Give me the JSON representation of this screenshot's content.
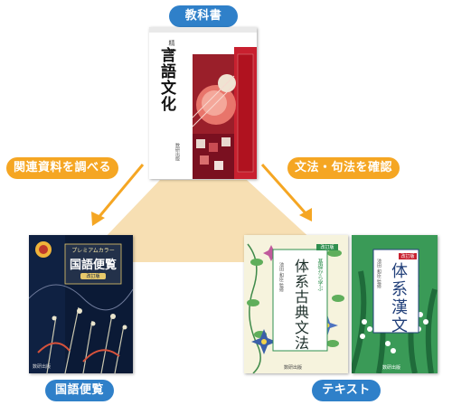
{
  "labels": {
    "textbook": "教科書",
    "left_arrow": "関連資料を調べる",
    "right_arrow": "文法・句法を確認",
    "binran": "国語便覧",
    "text": "テキスト"
  },
  "books": {
    "textbook": {
      "title": "言語文化",
      "grade": "精 選",
      "publisher": "数研出版"
    },
    "binran": {
      "series": "プレミアムカラー",
      "title": "国語便覧",
      "badge": "改訂版",
      "publisher": "数研出版"
    },
    "kobun": {
      "badge": "改訂版",
      "tagline": "基礎から学ぶ",
      "title": "体系古典文法",
      "authors": "池田 和臣 監修",
      "publisher": "数研出版"
    },
    "kanbun": {
      "badge": "改訂版",
      "title": "体系漢文",
      "authors": "池田 和臣 監修",
      "publisher": "数研出版"
    }
  },
  "colors": {
    "blue": "#2f80c9",
    "orange": "#f5a623",
    "beige": "#f7dfb3",
    "red": "#c8202f",
    "navy": "#0f2142",
    "green": "#2f8f4e",
    "blue_dark": "#22407a"
  }
}
